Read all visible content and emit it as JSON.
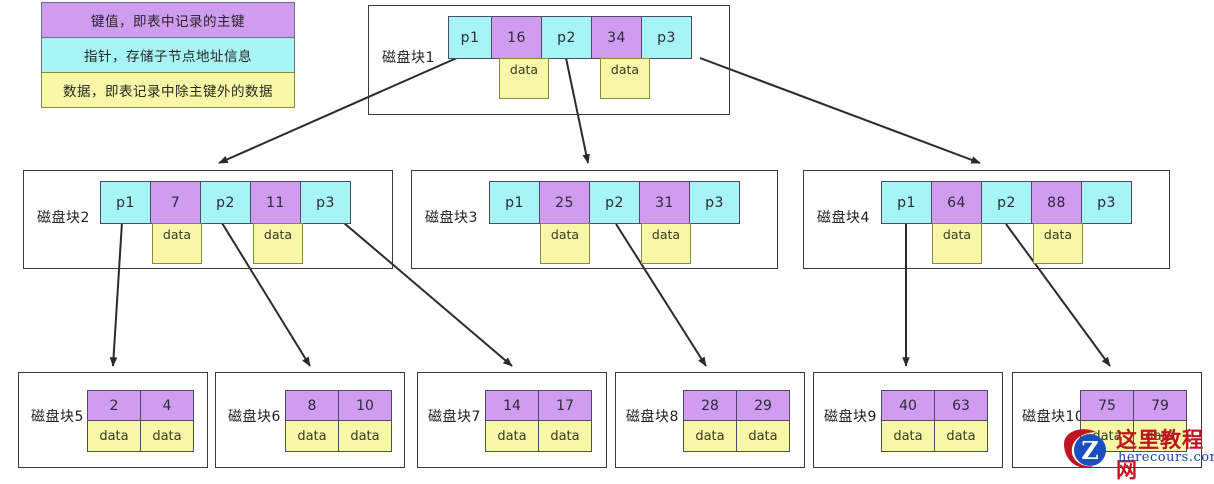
{
  "legend": {
    "rows": [
      {
        "id": "key",
        "label": "键值，即表中记录的主键",
        "color": "#cf9cf0"
      },
      {
        "id": "pointer",
        "label": "指针，存储子节点地址信息",
        "color": "#a6f4f4"
      },
      {
        "id": "data",
        "label": "数据，即表记录中除主键外的数据",
        "color": "#f7f7a8"
      }
    ]
  },
  "colors": {
    "key_purple": "#cf9cf0",
    "pointer_cyan": "#a6f4f4",
    "data_yellow": "#f7f7a8",
    "border": "#3a3a3a",
    "cell_border": "#4a4a6a"
  },
  "tree": {
    "root": {
      "id": "block1",
      "label": "磁盘块1",
      "cells": [
        {
          "type": "pointer",
          "text": "p1"
        },
        {
          "type": "key",
          "text": "16",
          "data": "data"
        },
        {
          "type": "pointer",
          "text": "p2"
        },
        {
          "type": "key",
          "text": "34",
          "data": "data"
        },
        {
          "type": "pointer",
          "text": "p3"
        }
      ]
    },
    "internal": [
      {
        "id": "block2",
        "label": "磁盘块2",
        "cells": [
          {
            "type": "pointer",
            "text": "p1"
          },
          {
            "type": "key",
            "text": "7",
            "data": "data"
          },
          {
            "type": "pointer",
            "text": "p2"
          },
          {
            "type": "key",
            "text": "11",
            "data": "data"
          },
          {
            "type": "pointer",
            "text": "p3"
          }
        ]
      },
      {
        "id": "block3",
        "label": "磁盘块3",
        "cells": [
          {
            "type": "pointer",
            "text": "p1"
          },
          {
            "type": "key",
            "text": "25",
            "data": "data"
          },
          {
            "type": "pointer",
            "text": "p2"
          },
          {
            "type": "key",
            "text": "31",
            "data": "data"
          },
          {
            "type": "pointer",
            "text": "p3"
          }
        ]
      },
      {
        "id": "block4",
        "label": "磁盘块4",
        "cells": [
          {
            "type": "pointer",
            "text": "p1"
          },
          {
            "type": "key",
            "text": "64",
            "data": "data"
          },
          {
            "type": "pointer",
            "text": "p2"
          },
          {
            "type": "key",
            "text": "88",
            "data": "data"
          },
          {
            "type": "pointer",
            "text": "p3"
          }
        ]
      }
    ],
    "leaves": [
      {
        "id": "block5",
        "label": "磁盘块5",
        "keys": [
          "2",
          "4"
        ],
        "data": [
          "data",
          "data"
        ]
      },
      {
        "id": "block6",
        "label": "磁盘块6",
        "keys": [
          "8",
          "10"
        ],
        "data": [
          "data",
          "data"
        ]
      },
      {
        "id": "block7",
        "label": "磁盘块7",
        "keys": [
          "14",
          "17"
        ],
        "data": [
          "data",
          "data"
        ]
      },
      {
        "id": "block8",
        "label": "磁盘块8",
        "keys": [
          "28",
          "29"
        ],
        "data": [
          "data",
          "data"
        ]
      },
      {
        "id": "block9",
        "label": "磁盘块9",
        "keys": [
          "40",
          "63"
        ],
        "data": [
          "data",
          "data"
        ]
      },
      {
        "id": "block10",
        "label": "磁盘块10",
        "keys": [
          "75",
          "79"
        ],
        "data": [
          "data",
          "data"
        ]
      }
    ]
  },
  "watermark": {
    "cn": "这里教程网",
    "en": "herecours.com",
    "mark": "Z"
  }
}
